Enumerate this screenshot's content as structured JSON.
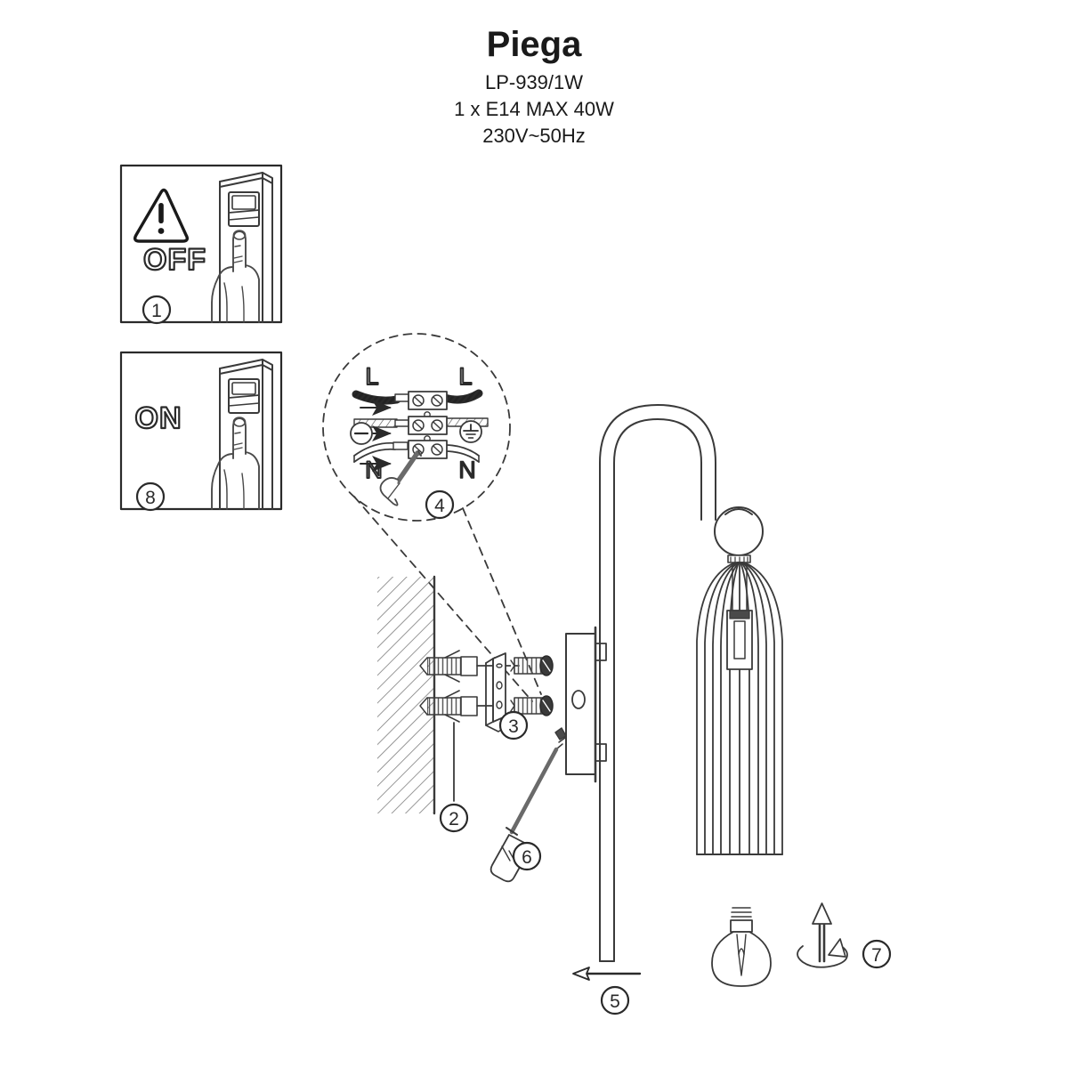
{
  "header": {
    "title": "Piega",
    "model": "LP-939/1W",
    "lamp_spec": "1 x E14 MAX 40W",
    "voltage_spec": "230V~50Hz"
  },
  "steps": {
    "step1": {
      "number": "1",
      "label": "OFF",
      "icon": "warning-triangle-icon",
      "description": "switch-off-panel"
    },
    "step2": {
      "number": "2",
      "description": "wall-anchor"
    },
    "step3": {
      "number": "3",
      "description": "mounting-screw"
    },
    "step4": {
      "number": "4",
      "description": "terminal-wiring-detail"
    },
    "step5": {
      "number": "5",
      "description": "slide-cover-arrow"
    },
    "step6": {
      "number": "6",
      "description": "screwdriver-tighten"
    },
    "step7": {
      "number": "7",
      "description": "install-bulb-rotate"
    },
    "step8": {
      "number": "8",
      "label": "ON",
      "description": "switch-on-panel"
    }
  },
  "wiring": {
    "labels": {
      "line_left": "L",
      "line_right": "L",
      "neutral_left": "N",
      "neutral_right": "N"
    },
    "symbols": {
      "earth": "earth-ground-symbol",
      "minus": "minus-circle-symbol"
    },
    "terminal_block_count": 3,
    "screws_per_block": 2
  },
  "colors": {
    "ink": "#231f20",
    "line": "#3a3a3a",
    "hatch": "#6e6e6e",
    "background": "#ffffff"
  }
}
